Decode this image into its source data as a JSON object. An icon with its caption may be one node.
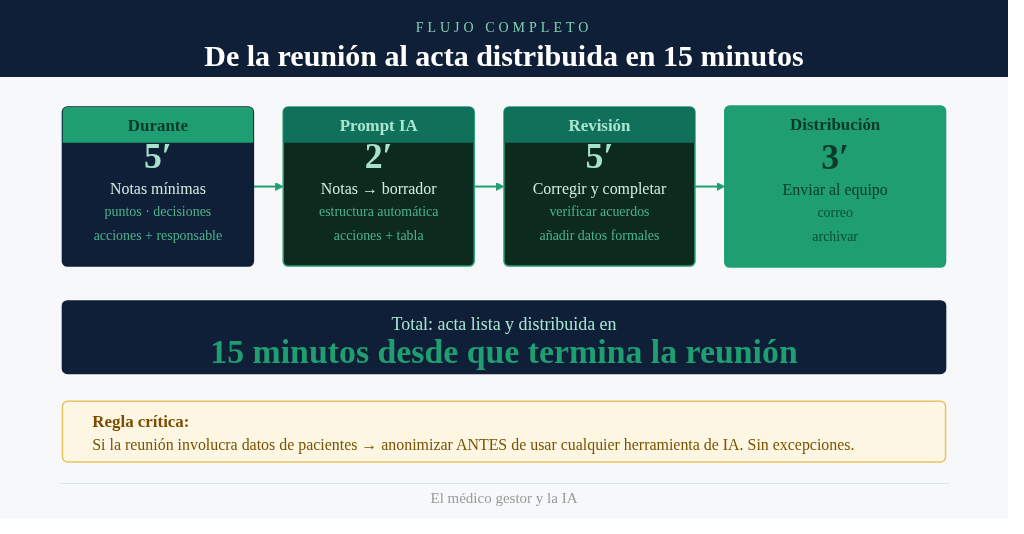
{
  "diagram": {
    "title": "De la reunión al acta distribuida en 15 minutos",
    "caption": "El médico gestor y la IA",
    "nodes": [
      {
        "text": [
          "Durante",
          "5′",
          "Notas mínimas",
          "puntos · decisiones",
          "acciones + responsable"
        ]
      },
      {
        "text": [
          "Prompt IA",
          "2′",
          "Notas → borrador",
          "estructura automática",
          "acciones + tabla"
        ]
      },
      {
        "text": [
          "Revisión",
          "5′",
          "Corregir y completar",
          "verificar acuerdos",
          "añadir datos formales"
        ]
      },
      {
        "text": [
          "Distribución",
          "3′",
          "Enviar al equipo",
          "correo",
          "archivar"
        ]
      },
      {
        "text": [
          "Total: acta lista y distribuida en",
          "15 minutos desde que termina la reunión"
        ]
      },
      {
        "text": [
          "Regla crítica:",
          "Si la reunión involucra datos de pacientes → anonimizar ANTES de usar cualquier herramienta de IA. Sin excepciones."
        ]
      }
    ],
    "edges": [
      {
        "from": 0,
        "to": 1,
        "arrow": "to"
      },
      {
        "from": 1,
        "to": 2,
        "arrow": "to"
      },
      {
        "from": 2,
        "to": 3,
        "arrow": "to"
      }
    ],
    "labels": [
      "FLUJO COMPLETO"
    ]
  }
}
